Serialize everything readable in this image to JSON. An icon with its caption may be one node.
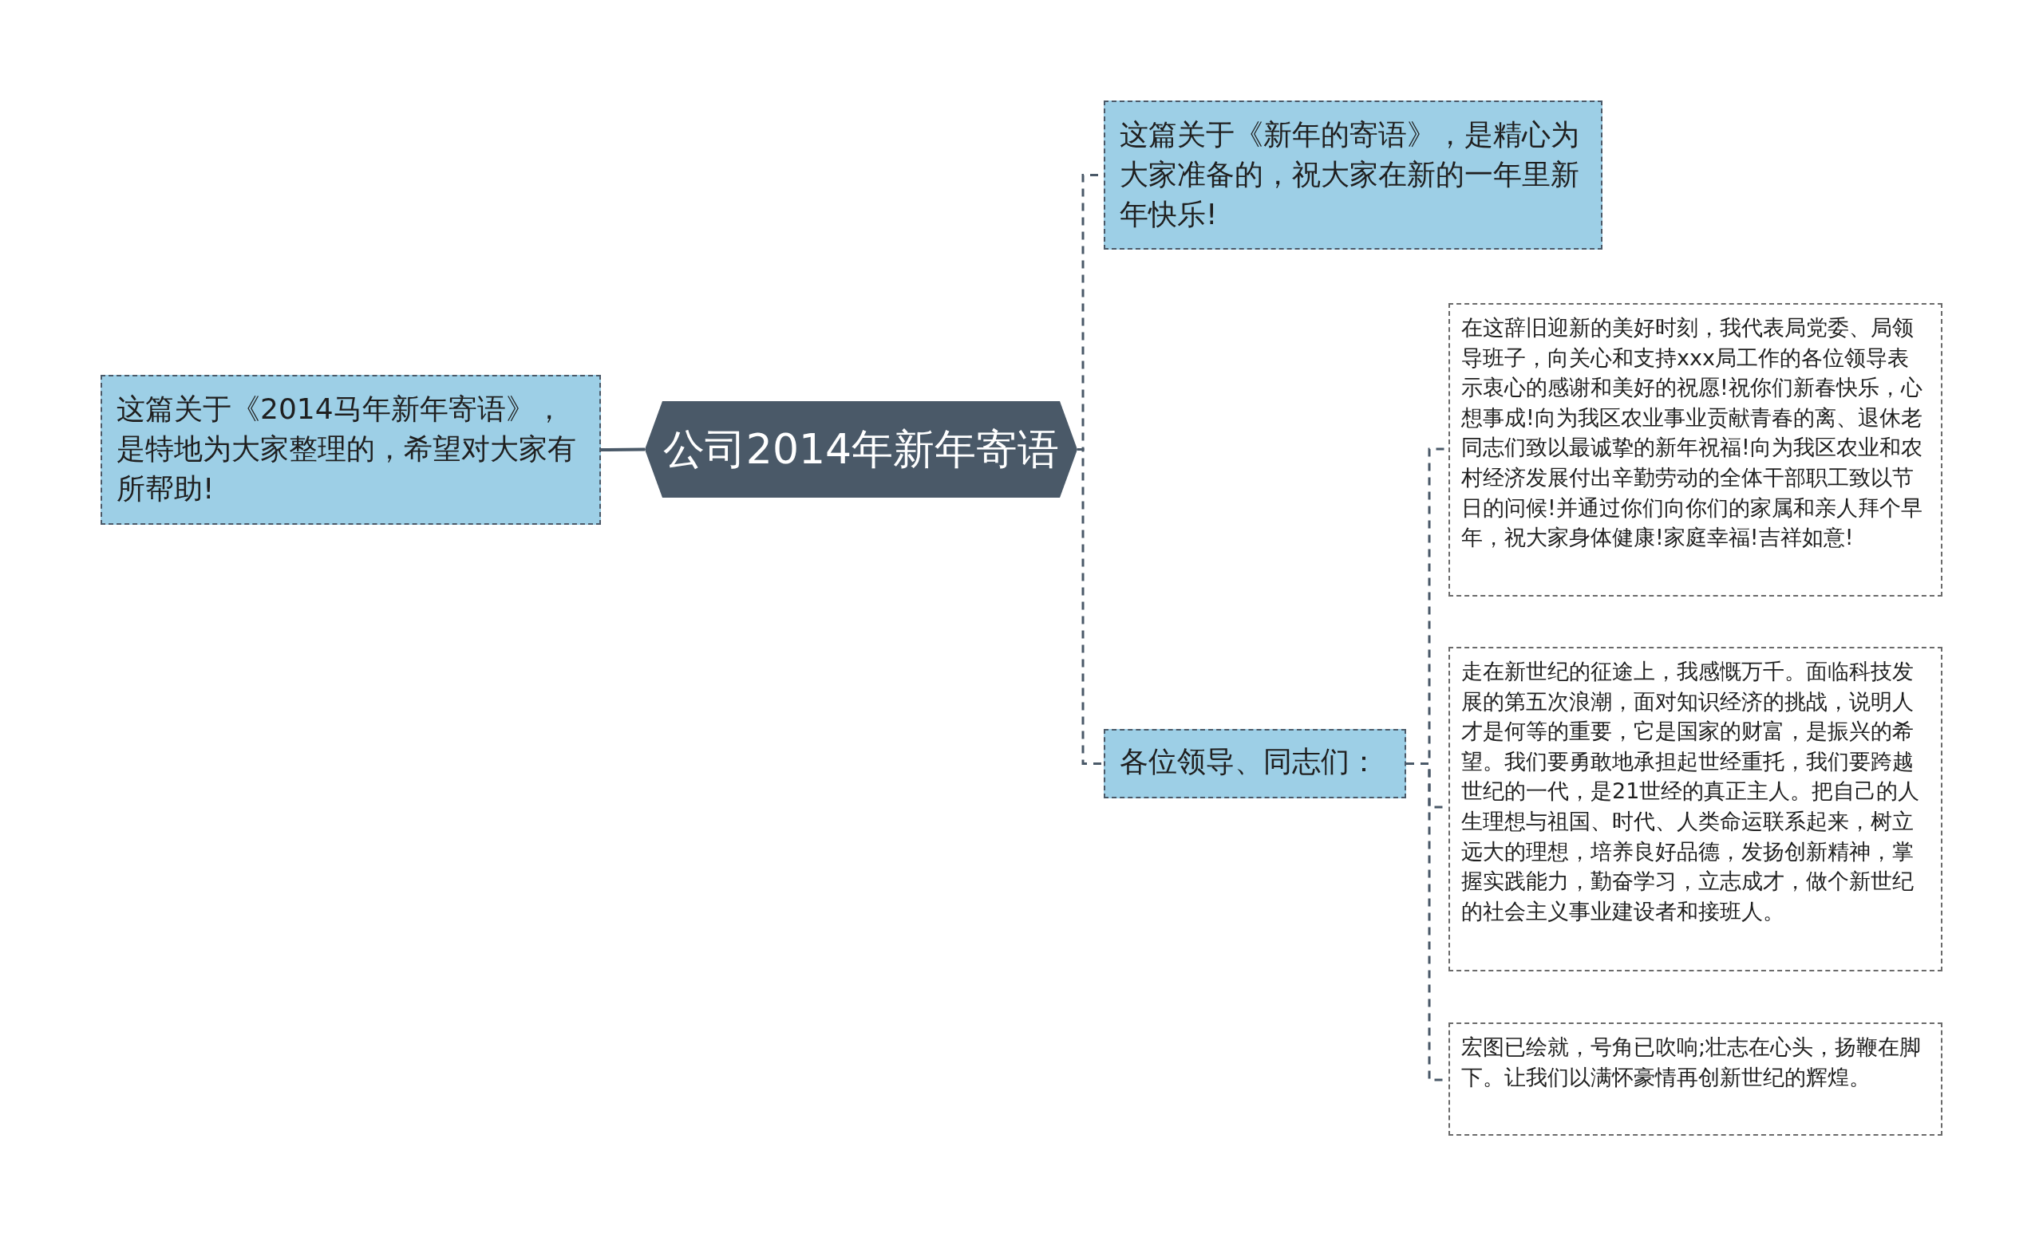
{
  "diagram": {
    "nodes": [
      {
        "text": [
          "公司2014年新年寄语"
        ]
      },
      {
        "text": [
          "这篇关于《2014马年新年寄语》，是特地为大家整理的，希望对大家有所帮助!"
        ]
      },
      {
        "text": [
          "这篇关于《新年的寄语》，是精心为大家准备的，祝大家在新的一年里新年快乐!"
        ]
      },
      {
        "text": [
          "各位领导、同志们："
        ]
      },
      {
        "text": [
          "在这辞旧迎新的美好时刻，我代表局党委、局领导班子，向关心和支持xxx局工作的各位领导表示衷心的感谢和美好的祝愿!祝你们新春快乐，心想事成!向为我区农业事业贡献青春的离、退休老同志们致以最诚挚的新年祝福!向为我区农业和农村经济发展付出辛勤劳动的全体干部职工致以节日的问候!并通过你们向你们的家属和亲人拜个早年，祝大家身体健康!家庭幸福!吉祥如意!"
        ]
      },
      {
        "text": [
          "走在新世纪的征途上，我感慨万千。面临科技发展的第五次浪潮，面对知识经济的挑战，说明人才是何等的重要，它是国家的财富，是振兴的希望。我们要勇敢地承担起世经重托，我们要跨越世纪的一代，是21世经的真正主人。把自己的人生理想与祖国、时代、人类命运联系起来，树立远大的理想，培养良好品德，发扬创新精神，掌握实践能力，勤奋学习，立志成才，做个新世纪的社会主义事业建设者和接班人。"
        ]
      },
      {
        "text": [
          "宏图已绘就，号角已吹响;壮志在心头，扬鞭在脚下。让我们以满怀豪情再创新世纪的辉煌。"
        ]
      }
    ],
    "edges": [
      {
        "from": 0,
        "to": 1,
        "arrow": "none"
      },
      {
        "from": 0,
        "to": 2,
        "arrow": "none",
        "style": "dashed"
      },
      {
        "from": 0,
        "to": 3,
        "arrow": "none",
        "style": "dashed"
      },
      {
        "from": 3,
        "to": 4,
        "arrow": "none",
        "style": "dashed"
      },
      {
        "from": 3,
        "to": 5,
        "arrow": "none",
        "style": "dashed"
      },
      {
        "from": 3,
        "to": 6,
        "arrow": "none",
        "style": "dashed"
      }
    ]
  }
}
